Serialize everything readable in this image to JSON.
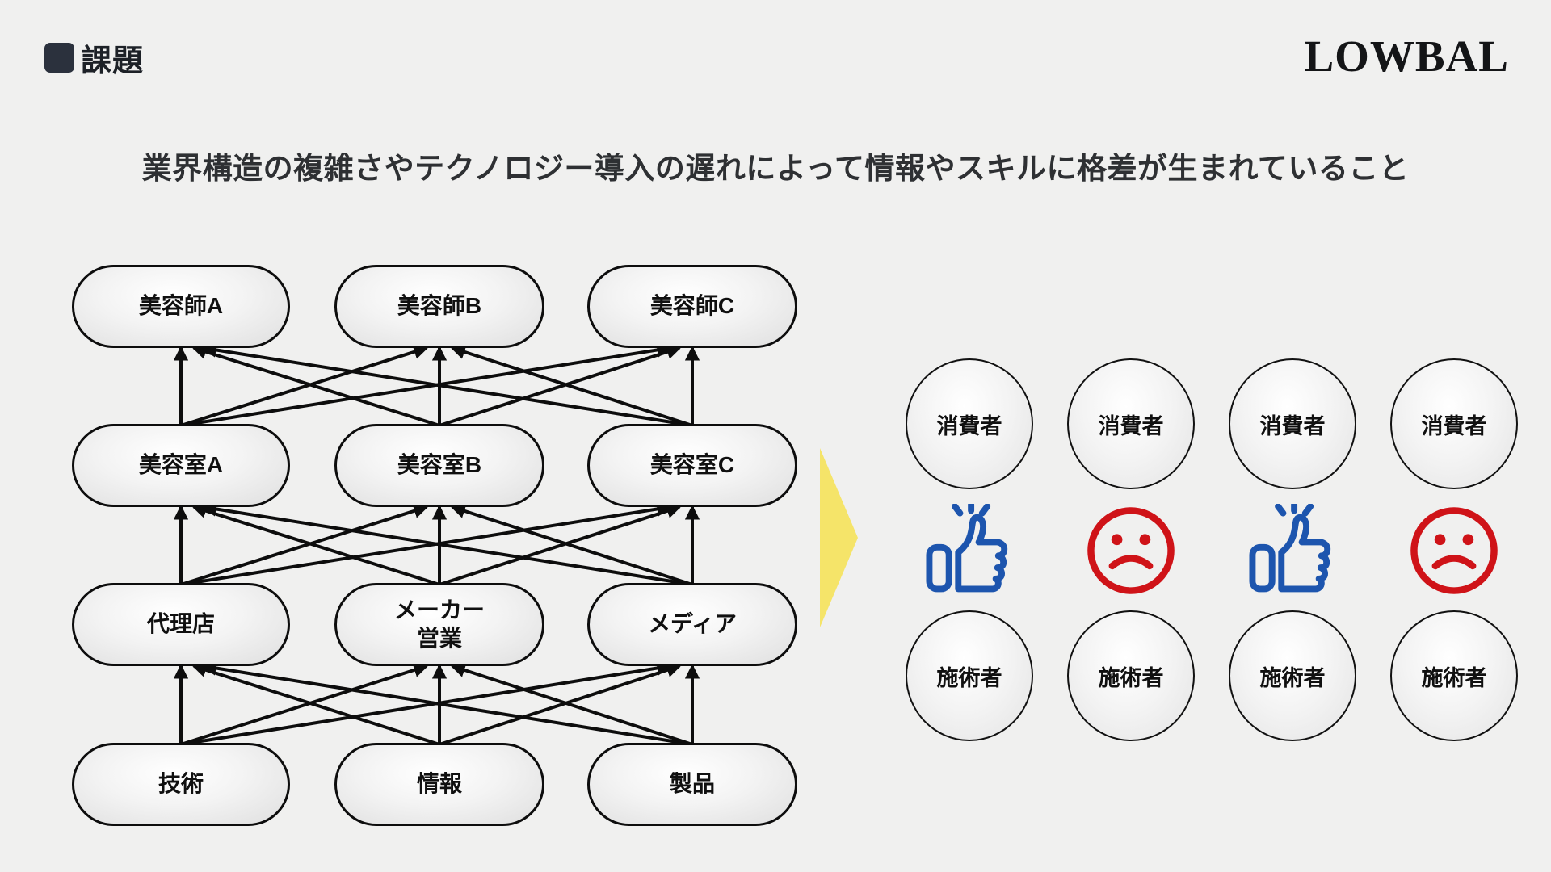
{
  "page": {
    "background_color": "#f0f0ef"
  },
  "header": {
    "section_label": "課題"
  },
  "logo": {
    "text": "LOWBAL"
  },
  "title": {
    "text": "業界構造の複雑さやテクノロジー導入の遅れによって情報やスキルに格差が生まれていること"
  },
  "diagram": {
    "arrow_color": "#0d0d0d",
    "levels": [
      {
        "nodes": [
          "美容師A",
          "美容師B",
          "美容師C"
        ]
      },
      {
        "nodes": [
          "美容室A",
          "美容室B",
          "美容室C"
        ]
      },
      {
        "nodes": [
          "代理店",
          "メーカー\n営業",
          "メディア"
        ]
      },
      {
        "nodes": [
          "技術",
          "情報",
          "製品"
        ]
      }
    ],
    "connections": "every node points upward to all nodes in the level above"
  },
  "transition_arrow": {
    "color": "#f5e469",
    "direction": "right"
  },
  "right_panel": {
    "columns": [
      {
        "top": "消費者",
        "icon": "thumbs-up",
        "bottom": "施術者"
      },
      {
        "top": "消費者",
        "icon": "sad-face",
        "bottom": "施術者"
      },
      {
        "top": "消費者",
        "icon": "thumbs-up",
        "bottom": "施術者"
      },
      {
        "top": "消費者",
        "icon": "sad-face",
        "bottom": "施術者"
      }
    ],
    "icon_colors": {
      "thumbs_up": "#1d55ae",
      "sad_face": "#cf1318"
    }
  }
}
